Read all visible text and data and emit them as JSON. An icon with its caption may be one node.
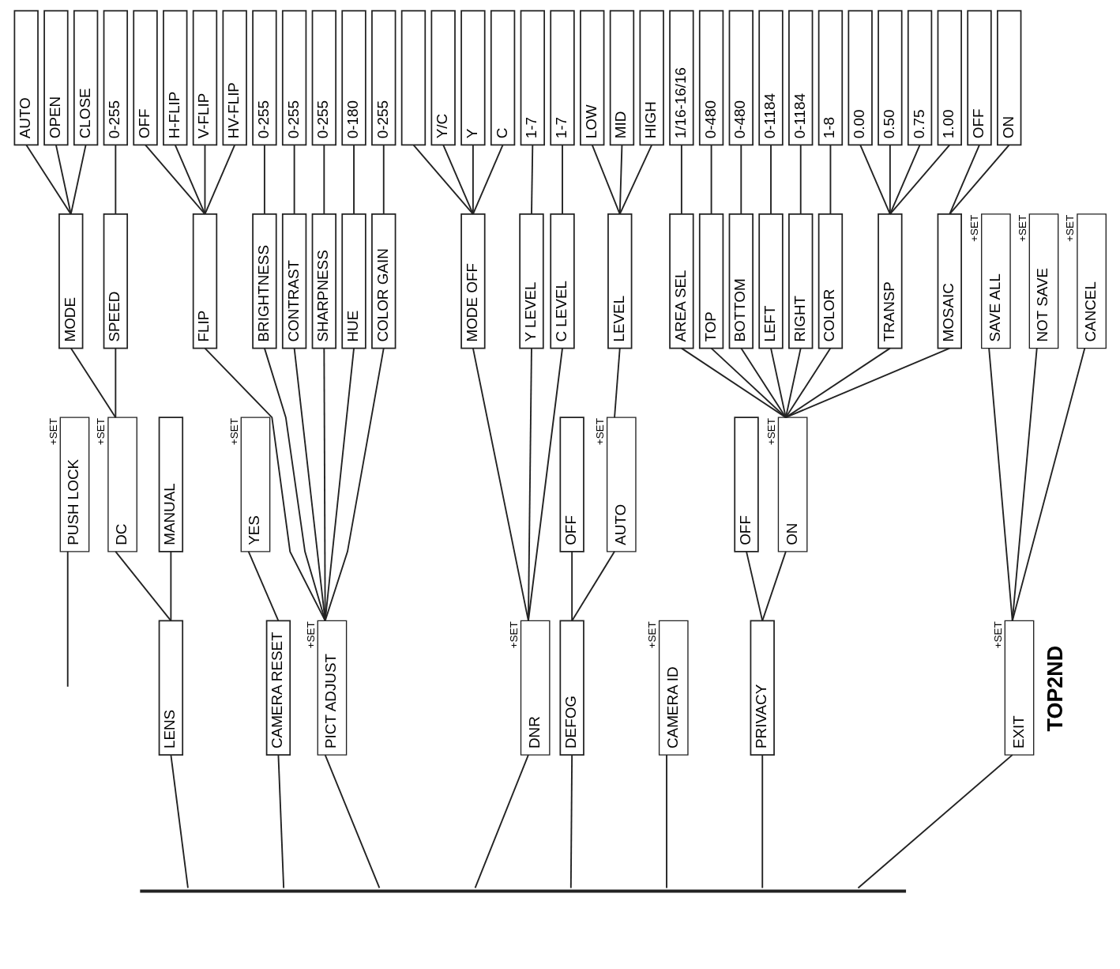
{
  "diagram": {
    "nodes": [
      {
        "text": [
          "LENS"
        ]
      },
      {
        "text": [
          "CAMERA RESET"
        ]
      },
      {
        "text": [
          "PICT ADJUST"
        ],
        "beside": [
          "+SET"
        ]
      },
      {
        "text": [
          "DNR"
        ],
        "beside": [
          "+SET"
        ]
      },
      {
        "text": [
          "DEFOG"
        ]
      },
      {
        "text": [
          "CAMERA ID"
        ],
        "beside": [
          "+SET"
        ]
      },
      {
        "text": [
          "PRIVACY"
        ]
      },
      {
        "text": [
          "EXIT"
        ],
        "beside": [
          "+SET"
        ]
      },
      {
        "text": [
          "PUSH LOCK"
        ],
        "beside": [
          "+SET"
        ]
      },
      {
        "text": [
          "DC"
        ],
        "beside": [
          "+SET"
        ]
      },
      {
        "text": [
          "MANUAL"
        ]
      },
      {
        "text": [
          "YES"
        ],
        "beside": [
          "+SET"
        ]
      },
      {
        "text": [
          "OFF"
        ]
      },
      {
        "text": [
          "AUTO"
        ],
        "beside": [
          "+SET"
        ]
      },
      {
        "text": [
          "OFF"
        ]
      },
      {
        "text": [
          "ON"
        ],
        "beside": [
          "+SET"
        ]
      },
      {
        "text": [
          "MODE"
        ]
      },
      {
        "text": [
          "SPEED"
        ]
      },
      {
        "text": [
          "FLIP"
        ]
      },
      {
        "text": [
          "BRIGHTNESS"
        ]
      },
      {
        "text": [
          "CONTRAST"
        ]
      },
      {
        "text": [
          "SHARPNESS"
        ]
      },
      {
        "text": [
          "HUE"
        ]
      },
      {
        "text": [
          "COLOR GAIN"
        ]
      },
      {
        "text": [
          "MODE OFF"
        ]
      },
      {
        "text": [
          "Y LEVEL"
        ]
      },
      {
        "text": [
          "C LEVEL"
        ]
      },
      {
        "text": [
          "LEVEL"
        ]
      },
      {
        "text": [
          "AREA SEL"
        ]
      },
      {
        "text": [
          "TOP"
        ]
      },
      {
        "text": [
          "BOTTOM"
        ]
      },
      {
        "text": [
          "LEFT"
        ]
      },
      {
        "text": [
          "RIGHT"
        ]
      },
      {
        "text": [
          "COLOR"
        ]
      },
      {
        "text": [
          "TRANSP"
        ]
      },
      {
        "text": [
          "MOSAIC"
        ]
      },
      {
        "text": [
          "SAVE ALL"
        ],
        "beside": [
          "+SET"
        ]
      },
      {
        "text": [
          "NOT SAVE"
        ],
        "beside": [
          "+SET"
        ]
      },
      {
        "text": [
          "CANCEL"
        ],
        "beside": [
          "+SET"
        ]
      },
      {
        "text": [
          "AUTO"
        ]
      },
      {
        "text": [
          "OPEN"
        ]
      },
      {
        "text": [
          "CLOSE"
        ]
      },
      {
        "text": [
          "0-255"
        ]
      },
      {
        "text": [
          "OFF"
        ]
      },
      {
        "text": [
          "H-FLIP"
        ]
      },
      {
        "text": [
          "V-FLIP"
        ]
      },
      {
        "text": [
          "HV-FLIP"
        ]
      },
      {
        "text": [
          "0-255"
        ]
      },
      {
        "text": [
          "0-255"
        ]
      },
      {
        "text": [
          "0-255"
        ]
      },
      {
        "text": [
          "0-180"
        ]
      },
      {
        "text": [
          "0-255"
        ]
      },
      {
        "text": [],
        "shape": "box"
      },
      {
        "text": [
          "Y/C"
        ]
      },
      {
        "text": [
          "Y"
        ]
      },
      {
        "text": [
          "C"
        ]
      },
      {
        "text": [
          "1-7"
        ]
      },
      {
        "text": [
          "1-7"
        ]
      },
      {
        "text": [
          "LOW"
        ]
      },
      {
        "text": [
          "MID"
        ]
      },
      {
        "text": [
          "HIGH"
        ]
      },
      {
        "text": [
          "1/16-16/16"
        ]
      },
      {
        "text": [
          "0-480"
        ]
      },
      {
        "text": [
          "0-480"
        ]
      },
      {
        "text": [
          "0-1184"
        ]
      },
      {
        "text": [
          "0-1184"
        ]
      },
      {
        "text": [
          "1-8"
        ]
      },
      {
        "text": [
          "0.00"
        ]
      },
      {
        "text": [
          "0.50"
        ]
      },
      {
        "text": [
          "0.75"
        ]
      },
      {
        "text": [
          "1.00"
        ]
      },
      {
        "text": [
          "OFF"
        ]
      },
      {
        "text": [
          "ON"
        ]
      },
      {
        "text": [],
        "shape": "bar"
      }
    ],
    "edges": [
      {
        "from": 73,
        "to": 0,
        "arrow": "none"
      },
      {
        "from": 73,
        "to": 1,
        "arrow": "none"
      },
      {
        "from": 73,
        "to": 2,
        "arrow": "none"
      },
      {
        "from": 73,
        "to": 3,
        "arrow": "none"
      },
      {
        "from": 73,
        "to": 4,
        "arrow": "none"
      },
      {
        "from": 73,
        "to": 5,
        "arrow": "none"
      },
      {
        "from": 73,
        "to": 6,
        "arrow": "none"
      },
      {
        "from": 73,
        "to": 7,
        "arrow": "none"
      },
      {
        "from": null,
        "to": 8,
        "arrow": "none"
      },
      {
        "from": 0,
        "to": 9,
        "arrow": "none"
      },
      {
        "from": 0,
        "to": 10,
        "arrow": "none"
      },
      {
        "from": 1,
        "to": 11,
        "arrow": "none"
      },
      {
        "from": 2,
        "to": 18,
        "arrow": "none"
      },
      {
        "from": 2,
        "to": 19,
        "arrow": "none"
      },
      {
        "from": 2,
        "to": 20,
        "arrow": "none"
      },
      {
        "from": 2,
        "to": 21,
        "arrow": "none"
      },
      {
        "from": 2,
        "to": 22,
        "arrow": "none"
      },
      {
        "from": 2,
        "to": 23,
        "arrow": "none"
      },
      {
        "from": 3,
        "to": 24,
        "arrow": "none"
      },
      {
        "from": 3,
        "to": 25,
        "arrow": "none"
      },
      {
        "from": 3,
        "to": 26,
        "arrow": "none"
      },
      {
        "from": 4,
        "to": 12,
        "arrow": "none"
      },
      {
        "from": 4,
        "to": 13,
        "arrow": "none"
      },
      {
        "from": 6,
        "to": 14,
        "arrow": "none"
      },
      {
        "from": 6,
        "to": 15,
        "arrow": "none"
      },
      {
        "from": 7,
        "to": 36,
        "arrow": "none"
      },
      {
        "from": 7,
        "to": 37,
        "arrow": "none"
      },
      {
        "from": 7,
        "to": 38,
        "arrow": "none"
      },
      {
        "from": 9,
        "to": 16,
        "arrow": "none"
      },
      {
        "from": 9,
        "to": 17,
        "arrow": "none"
      },
      {
        "from": 13,
        "to": 27,
        "arrow": "none"
      },
      {
        "from": 15,
        "to": 28,
        "arrow": "none"
      },
      {
        "from": 15,
        "to": 29,
        "arrow": "none"
      },
      {
        "from": 15,
        "to": 30,
        "arrow": "none"
      },
      {
        "from": 15,
        "to": 31,
        "arrow": "none"
      },
      {
        "from": 15,
        "to": 32,
        "arrow": "none"
      },
      {
        "from": 15,
        "to": 33,
        "arrow": "none"
      },
      {
        "from": 15,
        "to": 34,
        "arrow": "none"
      },
      {
        "from": 15,
        "to": 35,
        "arrow": "none"
      },
      {
        "from": 16,
        "to": 39,
        "arrow": "none"
      },
      {
        "from": 16,
        "to": 40,
        "arrow": "none"
      },
      {
        "from": 16,
        "to": 41,
        "arrow": "none"
      },
      {
        "from": 17,
        "to": 42,
        "arrow": "none"
      },
      {
        "from": 18,
        "to": 43,
        "arrow": "none"
      },
      {
        "from": 18,
        "to": 44,
        "arrow": "none"
      },
      {
        "from": 18,
        "to": 45,
        "arrow": "none"
      },
      {
        "from": 18,
        "to": 46,
        "arrow": "none"
      },
      {
        "from": 19,
        "to": 47,
        "arrow": "none"
      },
      {
        "from": 20,
        "to": 48,
        "arrow": "none"
      },
      {
        "from": 21,
        "to": 49,
        "arrow": "none"
      },
      {
        "from": 22,
        "to": 50,
        "arrow": "none"
      },
      {
        "from": 23,
        "to": 51,
        "arrow": "none"
      },
      {
        "from": 24,
        "to": 52,
        "arrow": "none"
      },
      {
        "from": 24,
        "to": 53,
        "arrow": "none"
      },
      {
        "from": 24,
        "to": 54,
        "arrow": "none"
      },
      {
        "from": 24,
        "to": 55,
        "arrow": "none"
      },
      {
        "from": 25,
        "to": 56,
        "arrow": "none"
      },
      {
        "from": 26,
        "to": 57,
        "arrow": "none"
      },
      {
        "from": 27,
        "to": 58,
        "arrow": "none"
      },
      {
        "from": 27,
        "to": 59,
        "arrow": "none"
      },
      {
        "from": 27,
        "to": 60,
        "arrow": "none"
      },
      {
        "from": 28,
        "to": 61,
        "arrow": "none"
      },
      {
        "from": 29,
        "to": 62,
        "arrow": "none"
      },
      {
        "from": 30,
        "to": 63,
        "arrow": "none"
      },
      {
        "from": 31,
        "to": 64,
        "arrow": "none"
      },
      {
        "from": 32,
        "to": 65,
        "arrow": "none"
      },
      {
        "from": 33,
        "to": 66,
        "arrow": "none"
      },
      {
        "from": 34,
        "to": 67,
        "arrow": "none"
      },
      {
        "from": 34,
        "to": 68,
        "arrow": "none"
      },
      {
        "from": 34,
        "to": 69,
        "arrow": "none"
      },
      {
        "from": 34,
        "to": 70,
        "arrow": "none"
      },
      {
        "from": 35,
        "to": 71,
        "arrow": "none"
      },
      {
        "from": 35,
        "to": 72,
        "arrow": "none"
      }
    ],
    "labels": [
      "TOP2ND"
    ]
  }
}
